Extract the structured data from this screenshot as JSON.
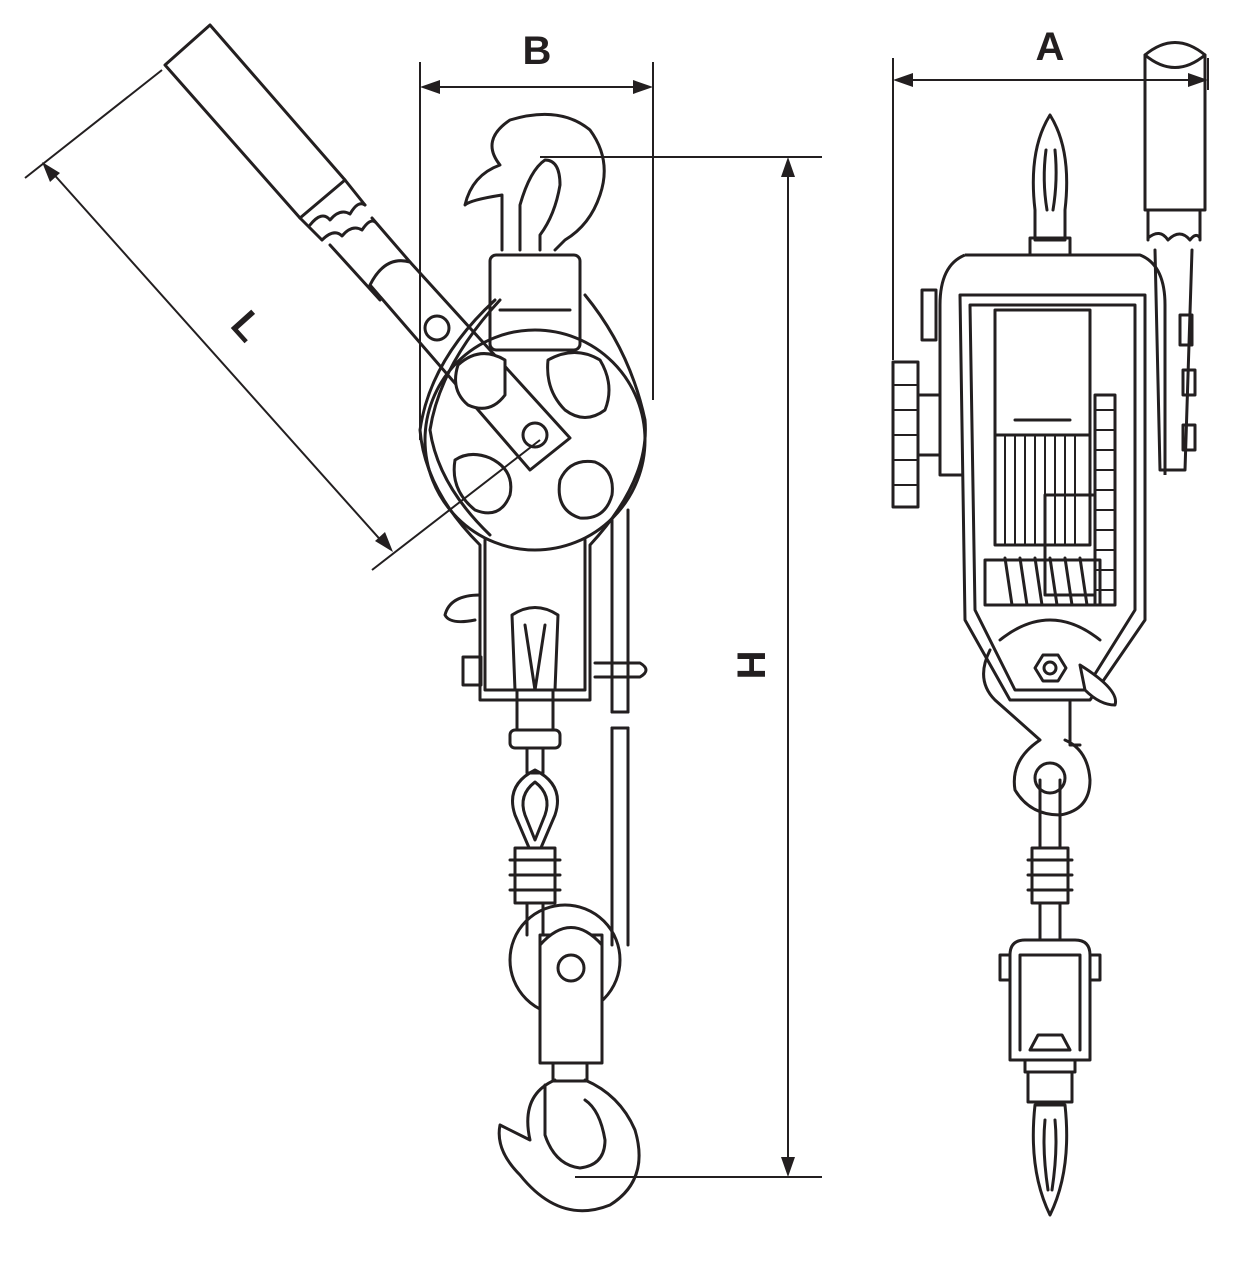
{
  "dimensions": {
    "A": "A",
    "B": "B",
    "H": "H",
    "L": "L"
  },
  "colors": {
    "line": "#231f20",
    "background": "#ffffff"
  }
}
